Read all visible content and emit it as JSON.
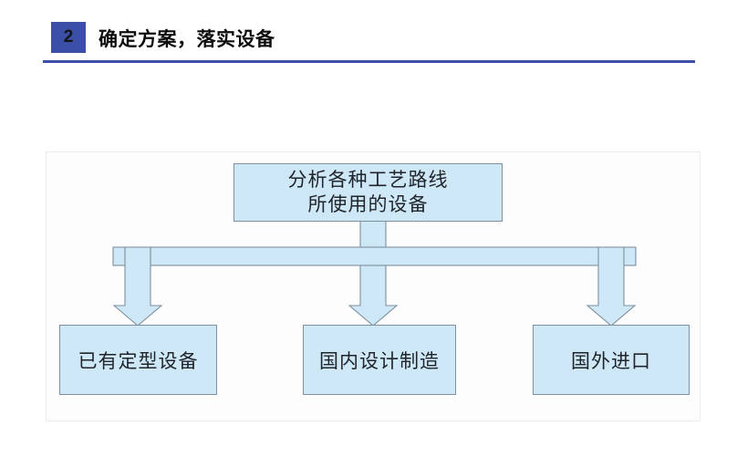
{
  "header": {
    "section_number": "2",
    "title": "确定方案，落实设备",
    "accent_color": "#3a4fa5",
    "title_color": "#0d0d0d"
  },
  "diagram": {
    "panel_background": "#fdfdfd",
    "panel_border_color": "#ececed",
    "node_fill": "#cfe8f7",
    "node_border": "#7f8f9e",
    "connector_fill": "#cfe8f7",
    "connector_border": "#7f8f9e",
    "root": {
      "line1": "分析各种工艺路线",
      "line2": "所使用的设备"
    },
    "branches": [
      {
        "label": "已有定型设备"
      },
      {
        "label": "国内设计制造"
      },
      {
        "label": "国外进口"
      }
    ]
  }
}
